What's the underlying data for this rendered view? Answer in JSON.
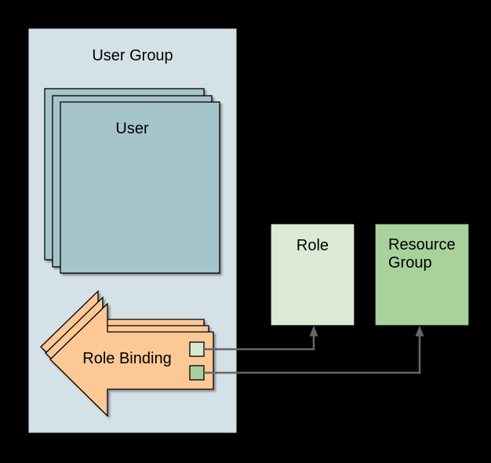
{
  "diagram": {
    "background_color": "#000000",
    "border_color": "#000000",
    "connector_color": "#666666",
    "user_group": {
      "label": "User Group",
      "fill": "#d4e1e6"
    },
    "user": {
      "label": "User",
      "fill": "#a6c4cc",
      "stack_count": 3
    },
    "role_binding": {
      "label": "Role Binding",
      "fill": "#fbc896",
      "stack_count": 3
    },
    "role": {
      "label": "Role",
      "fill": "#dcead5"
    },
    "resource_group": {
      "label": "Resource Group",
      "fill": "#a8d19c"
    },
    "ports": [
      {
        "name": "role-port",
        "fill": "#d9e8d2"
      },
      {
        "name": "resource-group-port",
        "fill": "#a9cf9d"
      }
    ]
  }
}
